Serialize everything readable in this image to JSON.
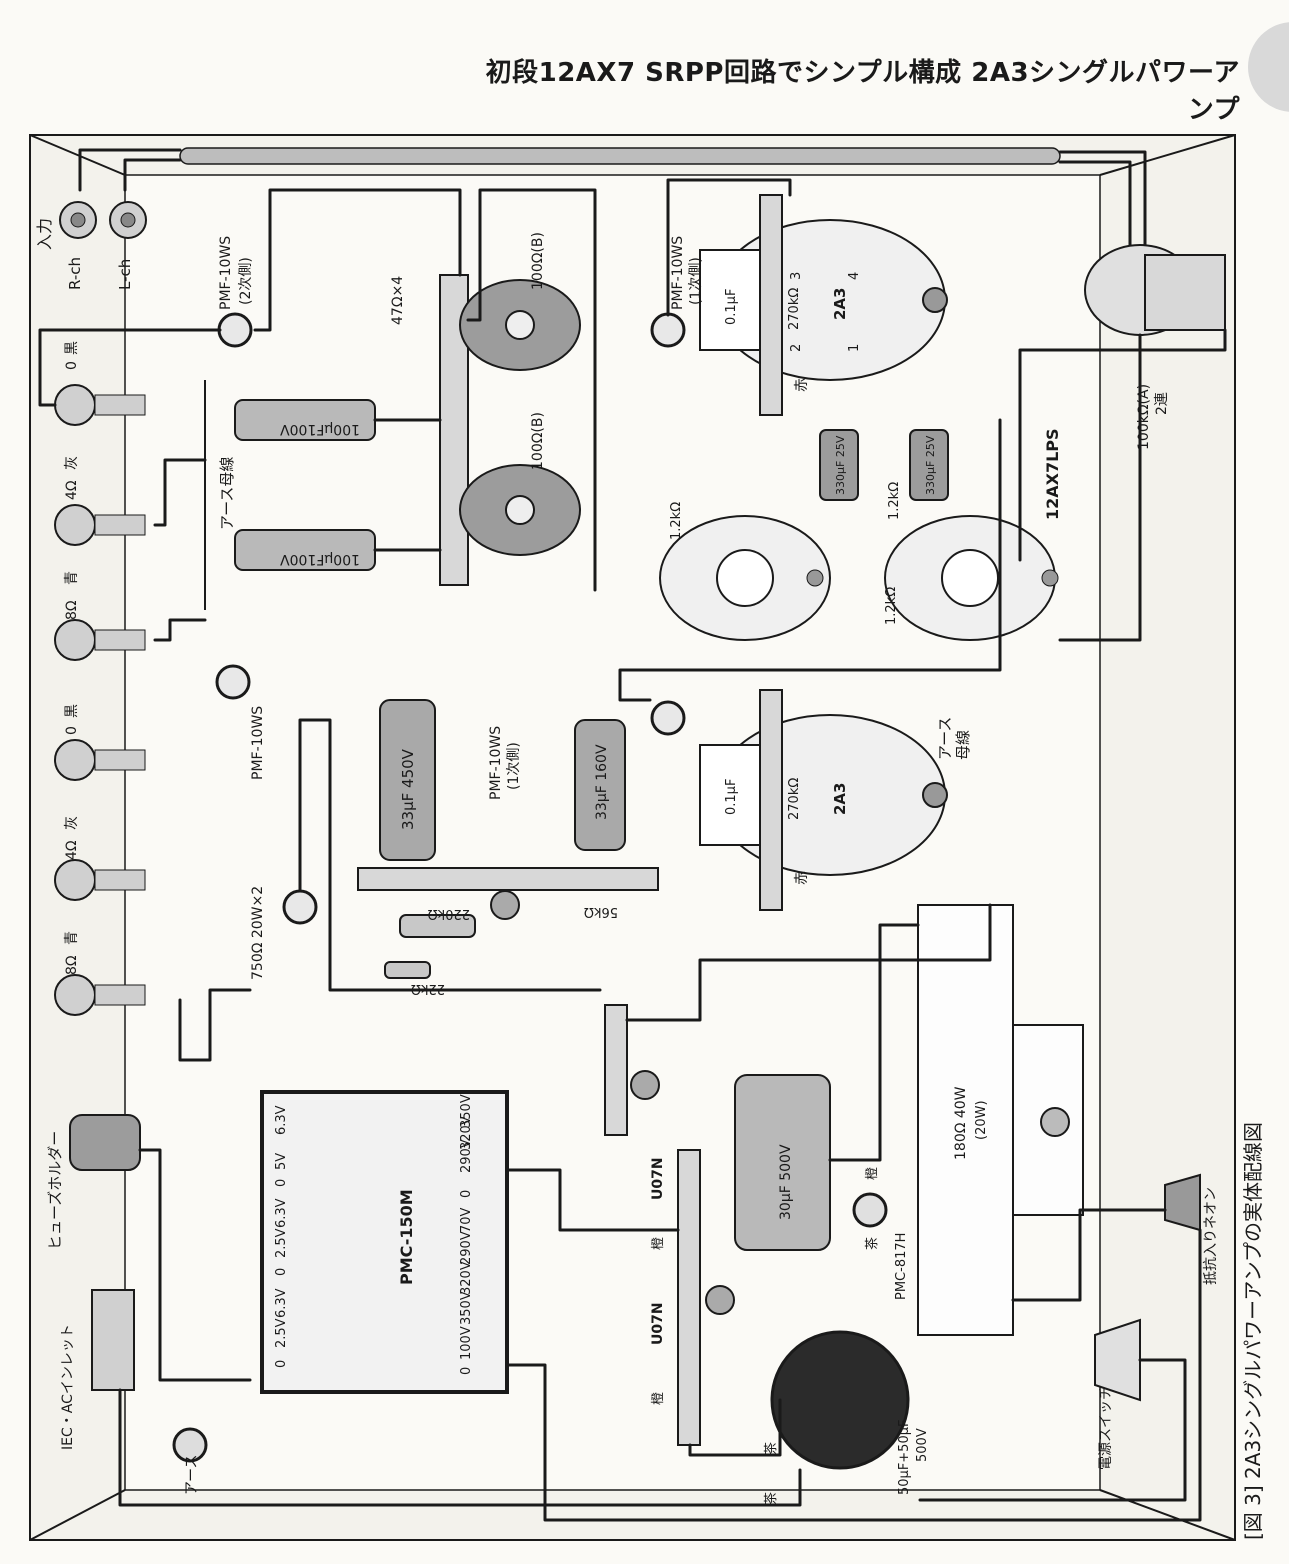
{
  "header": {
    "title": "初段12AX7 SRPP回路でシンプル構成 2A3シングルパワーアンプ"
  },
  "caption": {
    "text": "[図 3] 2A3シングルパワーアンプの実体配線図"
  },
  "labels": {
    "input": "入力",
    "r_ch": "R-ch",
    "l_ch": "L-ch",
    "pmf_secondary": "PMF-10WS",
    "pmf_secondary_note": "(2次側)",
    "pmf_primary_top": "PMF-10WS",
    "pmf_primary_top_note": "(1次側)",
    "pmf_mid": "PMF-10WS",
    "pmf_primary_mid": "PMF-10WS",
    "pmf_primary_mid_note": "(1次側)",
    "earth_bus": "アース母線",
    "earth_bus_right": "アース",
    "earth_bus_right2": "母線",
    "res_47": "47Ω×4",
    "pot_100_top": "100Ω(B)",
    "pot_100_bottom": "100Ω(B)",
    "cap_100uf_top": "100μF100V",
    "cap_100uf_bottom": "100μF100V",
    "cap_01_top": "0.1μF",
    "res_270_top": "270kΩ",
    "tube_2a3_top": "2A3",
    "cap_01_bottom": "0.1μF",
    "res_270_bottom": "270kΩ",
    "tube_2a3_bottom": "2A3",
    "aka_top": "赤",
    "aka_bottom": "赤",
    "cap_330_left": "330μF 25V",
    "cap_330_right": "330μF 25V",
    "res_12k_a": "1.2kΩ",
    "res_12k_b": "1.2kΩ",
    "res_12k_c": "1.2kΩ",
    "tube_12ax7": "12AX7LPS",
    "vol_100k": "100kΩ(A)",
    "vol_2ren": "2連",
    "cap_33_450": "33μF 450V",
    "cap_33_160": "33μF 160V",
    "res_220k": "220kΩ",
    "res_56k": "56kΩ",
    "res_750": "750Ω 20W×2",
    "res_22k": "22kΩ",
    "transformer": "PMC-150M",
    "tr_left_taps": [
      "6.3V",
      "5V",
      "0",
      "6.3V",
      "2.5V",
      "0",
      "6.3V",
      "2.5V",
      "0"
    ],
    "tr_right_taps": [
      "350V",
      "320V",
      "290V",
      "0",
      "70V",
      "290V",
      "320V",
      "350V",
      "100V",
      "0"
    ],
    "diode_1": "U07N",
    "diode_2": "U07N",
    "orange_1": "橙",
    "orange_2": "橙",
    "orange_3": "橙",
    "brown_1": "茶",
    "brown_2": "茶",
    "brown_3": "茶",
    "cap_30_500": "30μF 500V",
    "choke": "PMC-817H",
    "res_180": "180Ω 40W",
    "res_180_note": "(20W)",
    "cap_50_50": "50μF+50μF",
    "cap_50_50_v": "500V",
    "fuse_holder": "ヒューズホルダー",
    "iec_inlet": "IEC・ACインレット",
    "earth": "アース",
    "power_switch": "電源スイッチ",
    "neon": "抵抗入りネオン",
    "spk_top": [
      "0",
      "黒",
      "灰",
      "4Ω",
      "青",
      "8Ω"
    ],
    "spk_bottom": [
      "0",
      "黒",
      "灰",
      "4Ω",
      "青",
      "8Ω"
    ],
    "pin_1": "1",
    "pin_2": "2",
    "pin_3": "3",
    "pin_4": "4"
  }
}
